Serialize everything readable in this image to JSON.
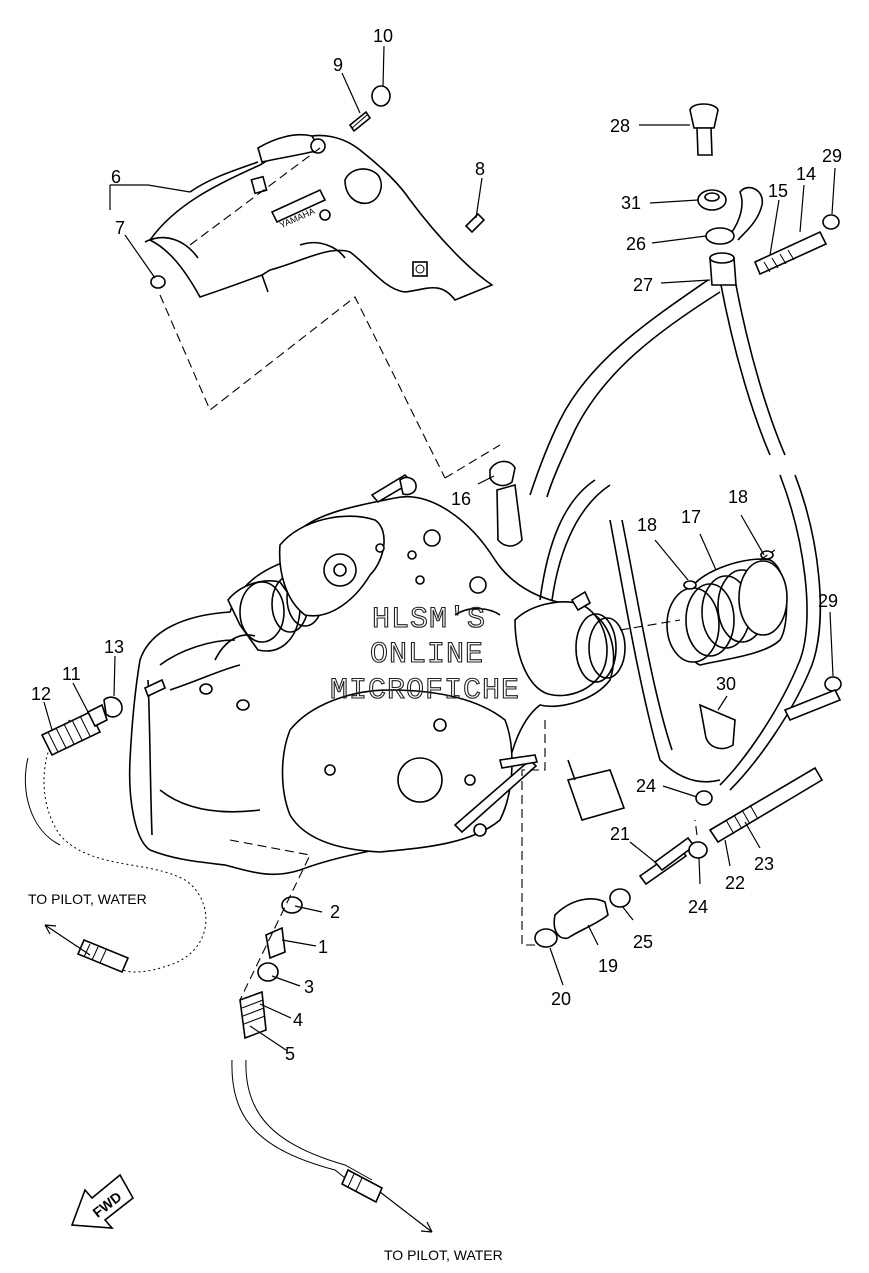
{
  "part_labels": {
    "p1": "1",
    "p2": "2",
    "p3": "3",
    "p4": "4",
    "p5": "5",
    "p6": "6",
    "p7": "7",
    "p8": "8",
    "p9": "9",
    "p10": "10",
    "p11": "11",
    "p12": "12",
    "p13": "13",
    "p14": "14",
    "p15": "15",
    "p16": "16",
    "p17": "17",
    "p18a": "18",
    "p18b": "18",
    "p19": "19",
    "p20": "20",
    "p21": "21",
    "p22": "22",
    "p23": "23",
    "p24a": "24",
    "p24b": "24",
    "p25": "25",
    "p26": "26",
    "p27": "27",
    "p28": "28",
    "p29a": "29",
    "p29b": "29",
    "p30": "30",
    "p31": "31"
  },
  "captions": {
    "to_pilot_left": "TO PILOT, WATER",
    "to_pilot_bottom": "TO PILOT, WATER",
    "fwd": "FWD",
    "brand_on_cover": "YAMAHA"
  },
  "watermark": {
    "line1": "HLSM'S",
    "line2": "ONLINE",
    "line3": "MICROFICHE"
  }
}
